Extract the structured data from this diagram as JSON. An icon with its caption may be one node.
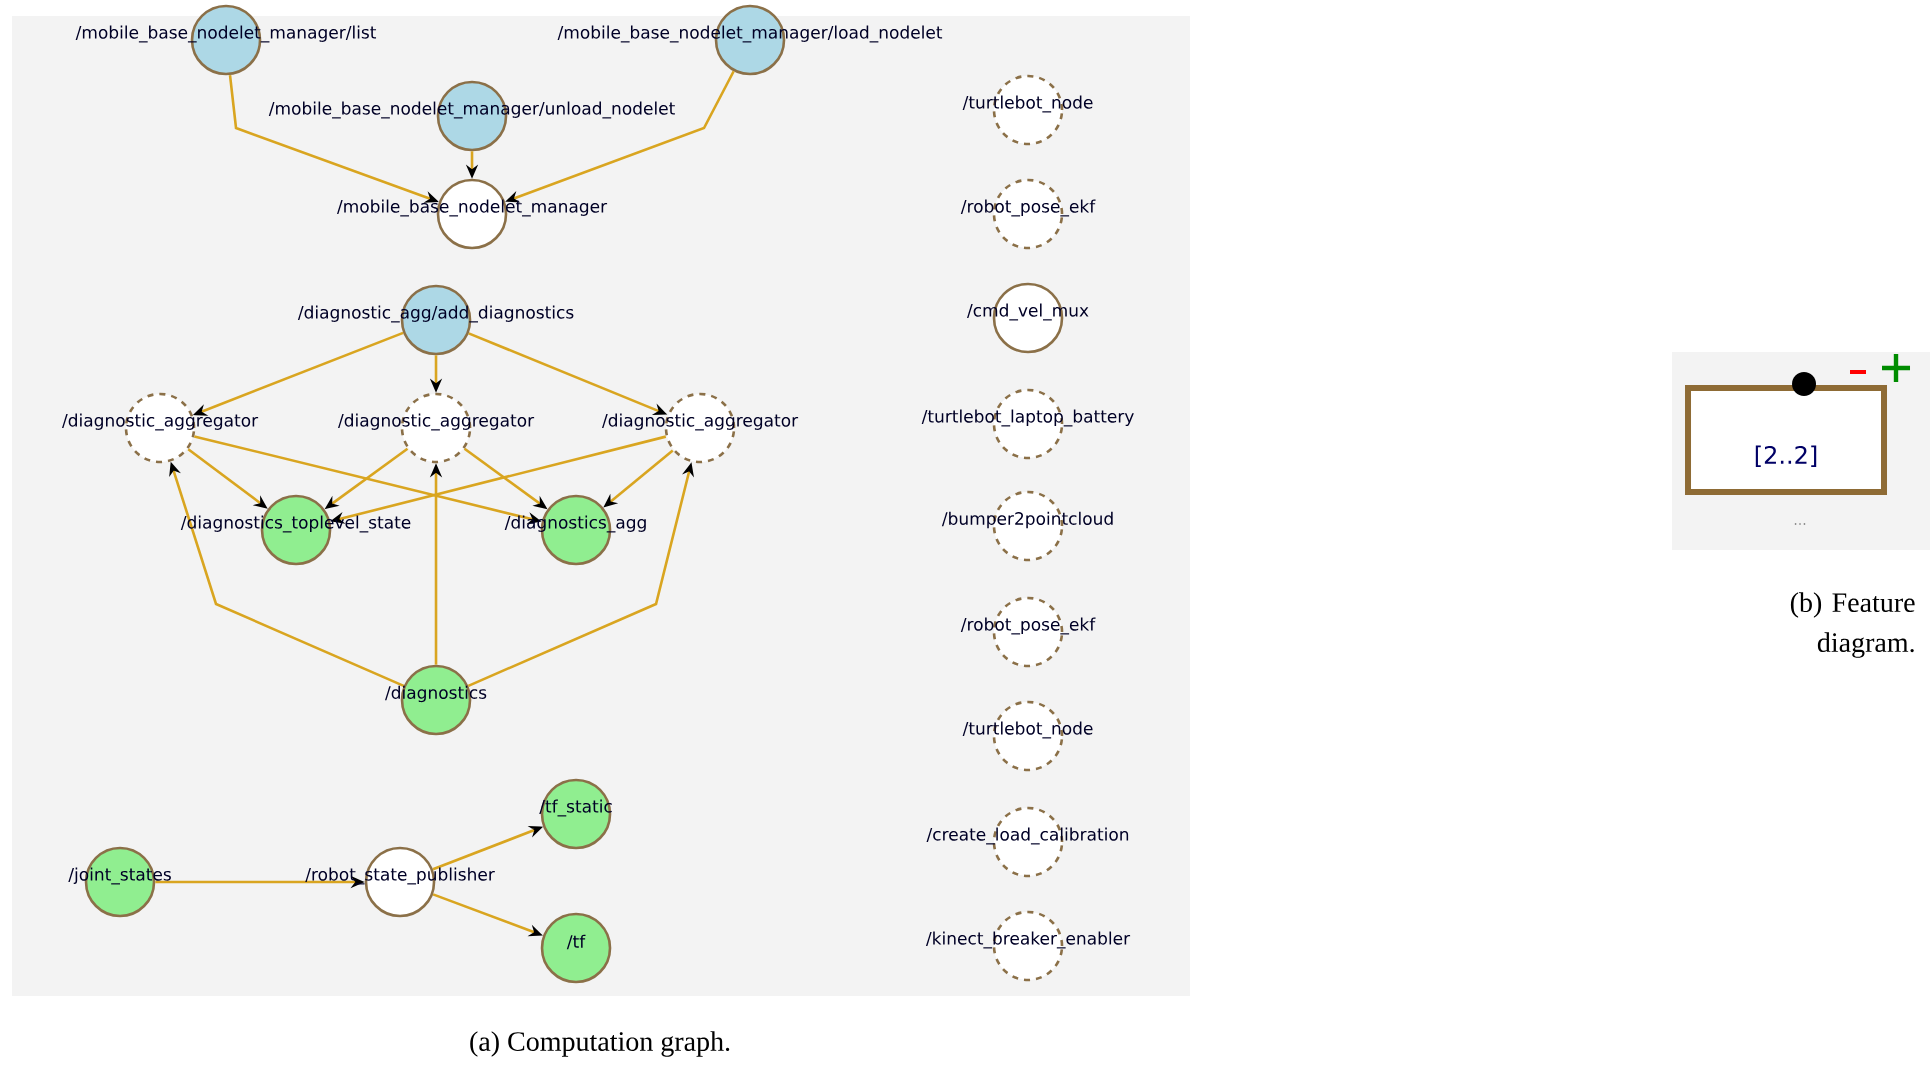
{
  "diagram": {
    "nodes": [
      {
        "text": [
          "/mobile_base_nodelet_manager/list"
        ]
      },
      {
        "text": [
          "/mobile_base_nodelet_manager/load_nodelet"
        ]
      },
      {
        "text": [
          "/mobile_base_nodelet_manager/unload_nodelet"
        ]
      },
      {
        "text": [
          "/mobile_base_nodelet_manager"
        ]
      },
      {
        "text": [
          "/diagnostic_agg/add_diagnostics"
        ]
      },
      {
        "text": [
          "/diagnostic_aggregator"
        ]
      },
      {
        "text": [
          "/diagnostic_aggregator"
        ]
      },
      {
        "text": [
          "/diagnostic_aggregator"
        ]
      },
      {
        "text": [
          "/diagnostics_toplevel_state"
        ]
      },
      {
        "text": [
          "/diagnostics_agg"
        ]
      },
      {
        "text": [
          "/diagnostics"
        ]
      },
      {
        "text": [
          "/joint_states"
        ]
      },
      {
        "text": [
          "/robot_state_publisher"
        ]
      },
      {
        "text": [
          "/tf_static"
        ]
      },
      {
        "text": [
          "/tf"
        ]
      },
      {
        "text": [
          "/turtlebot_node"
        ]
      },
      {
        "text": [
          "/robot_pose_ekf"
        ]
      },
      {
        "text": [
          "/cmd_vel_mux"
        ]
      },
      {
        "text": [
          "/turtlebot_laptop_battery"
        ]
      },
      {
        "text": [
          "/bumper2pointcloud"
        ]
      },
      {
        "text": [
          "/robot_pose_ekf"
        ]
      },
      {
        "text": [
          "/turtlebot_node"
        ]
      },
      {
        "text": [
          "/create_load_calibration"
        ]
      },
      {
        "text": [
          "/kinect_breaker_enabler"
        ]
      },
      {
        "text": [
          "[2..2]"
        ]
      }
    ],
    "edges": [
      {
        "from": 0,
        "to": 3,
        "arrow": "to"
      },
      {
        "from": 1,
        "to": 3,
        "arrow": "to"
      },
      {
        "from": 2,
        "to": 3,
        "arrow": "to"
      },
      {
        "from": 4,
        "to": 5,
        "arrow": "to"
      },
      {
        "from": 4,
        "to": 6,
        "arrow": "to"
      },
      {
        "from": 4,
        "to": 7,
        "arrow": "to"
      },
      {
        "from": 10,
        "to": 5,
        "arrow": "to"
      },
      {
        "from": 10,
        "to": 6,
        "arrow": "to"
      },
      {
        "from": 10,
        "to": 7,
        "arrow": "to"
      },
      {
        "from": 5,
        "to": 8,
        "arrow": "to"
      },
      {
        "from": 5,
        "to": 9,
        "arrow": "to"
      },
      {
        "from": 6,
        "to": 8,
        "arrow": "to"
      },
      {
        "from": 6,
        "to": 9,
        "arrow": "to"
      },
      {
        "from": 7,
        "to": 8,
        "arrow": "to"
      },
      {
        "from": 7,
        "to": 9,
        "arrow": "to"
      },
      {
        "from": 11,
        "to": 12,
        "arrow": "to"
      },
      {
        "from": 12,
        "to": 13,
        "arrow": "to"
      },
      {
        "from": 12,
        "to": 14,
        "arrow": "to"
      }
    ],
    "labels": [
      "...",
      "(b) Feature diagram.",
      "(a) Computation graph."
    ]
  }
}
